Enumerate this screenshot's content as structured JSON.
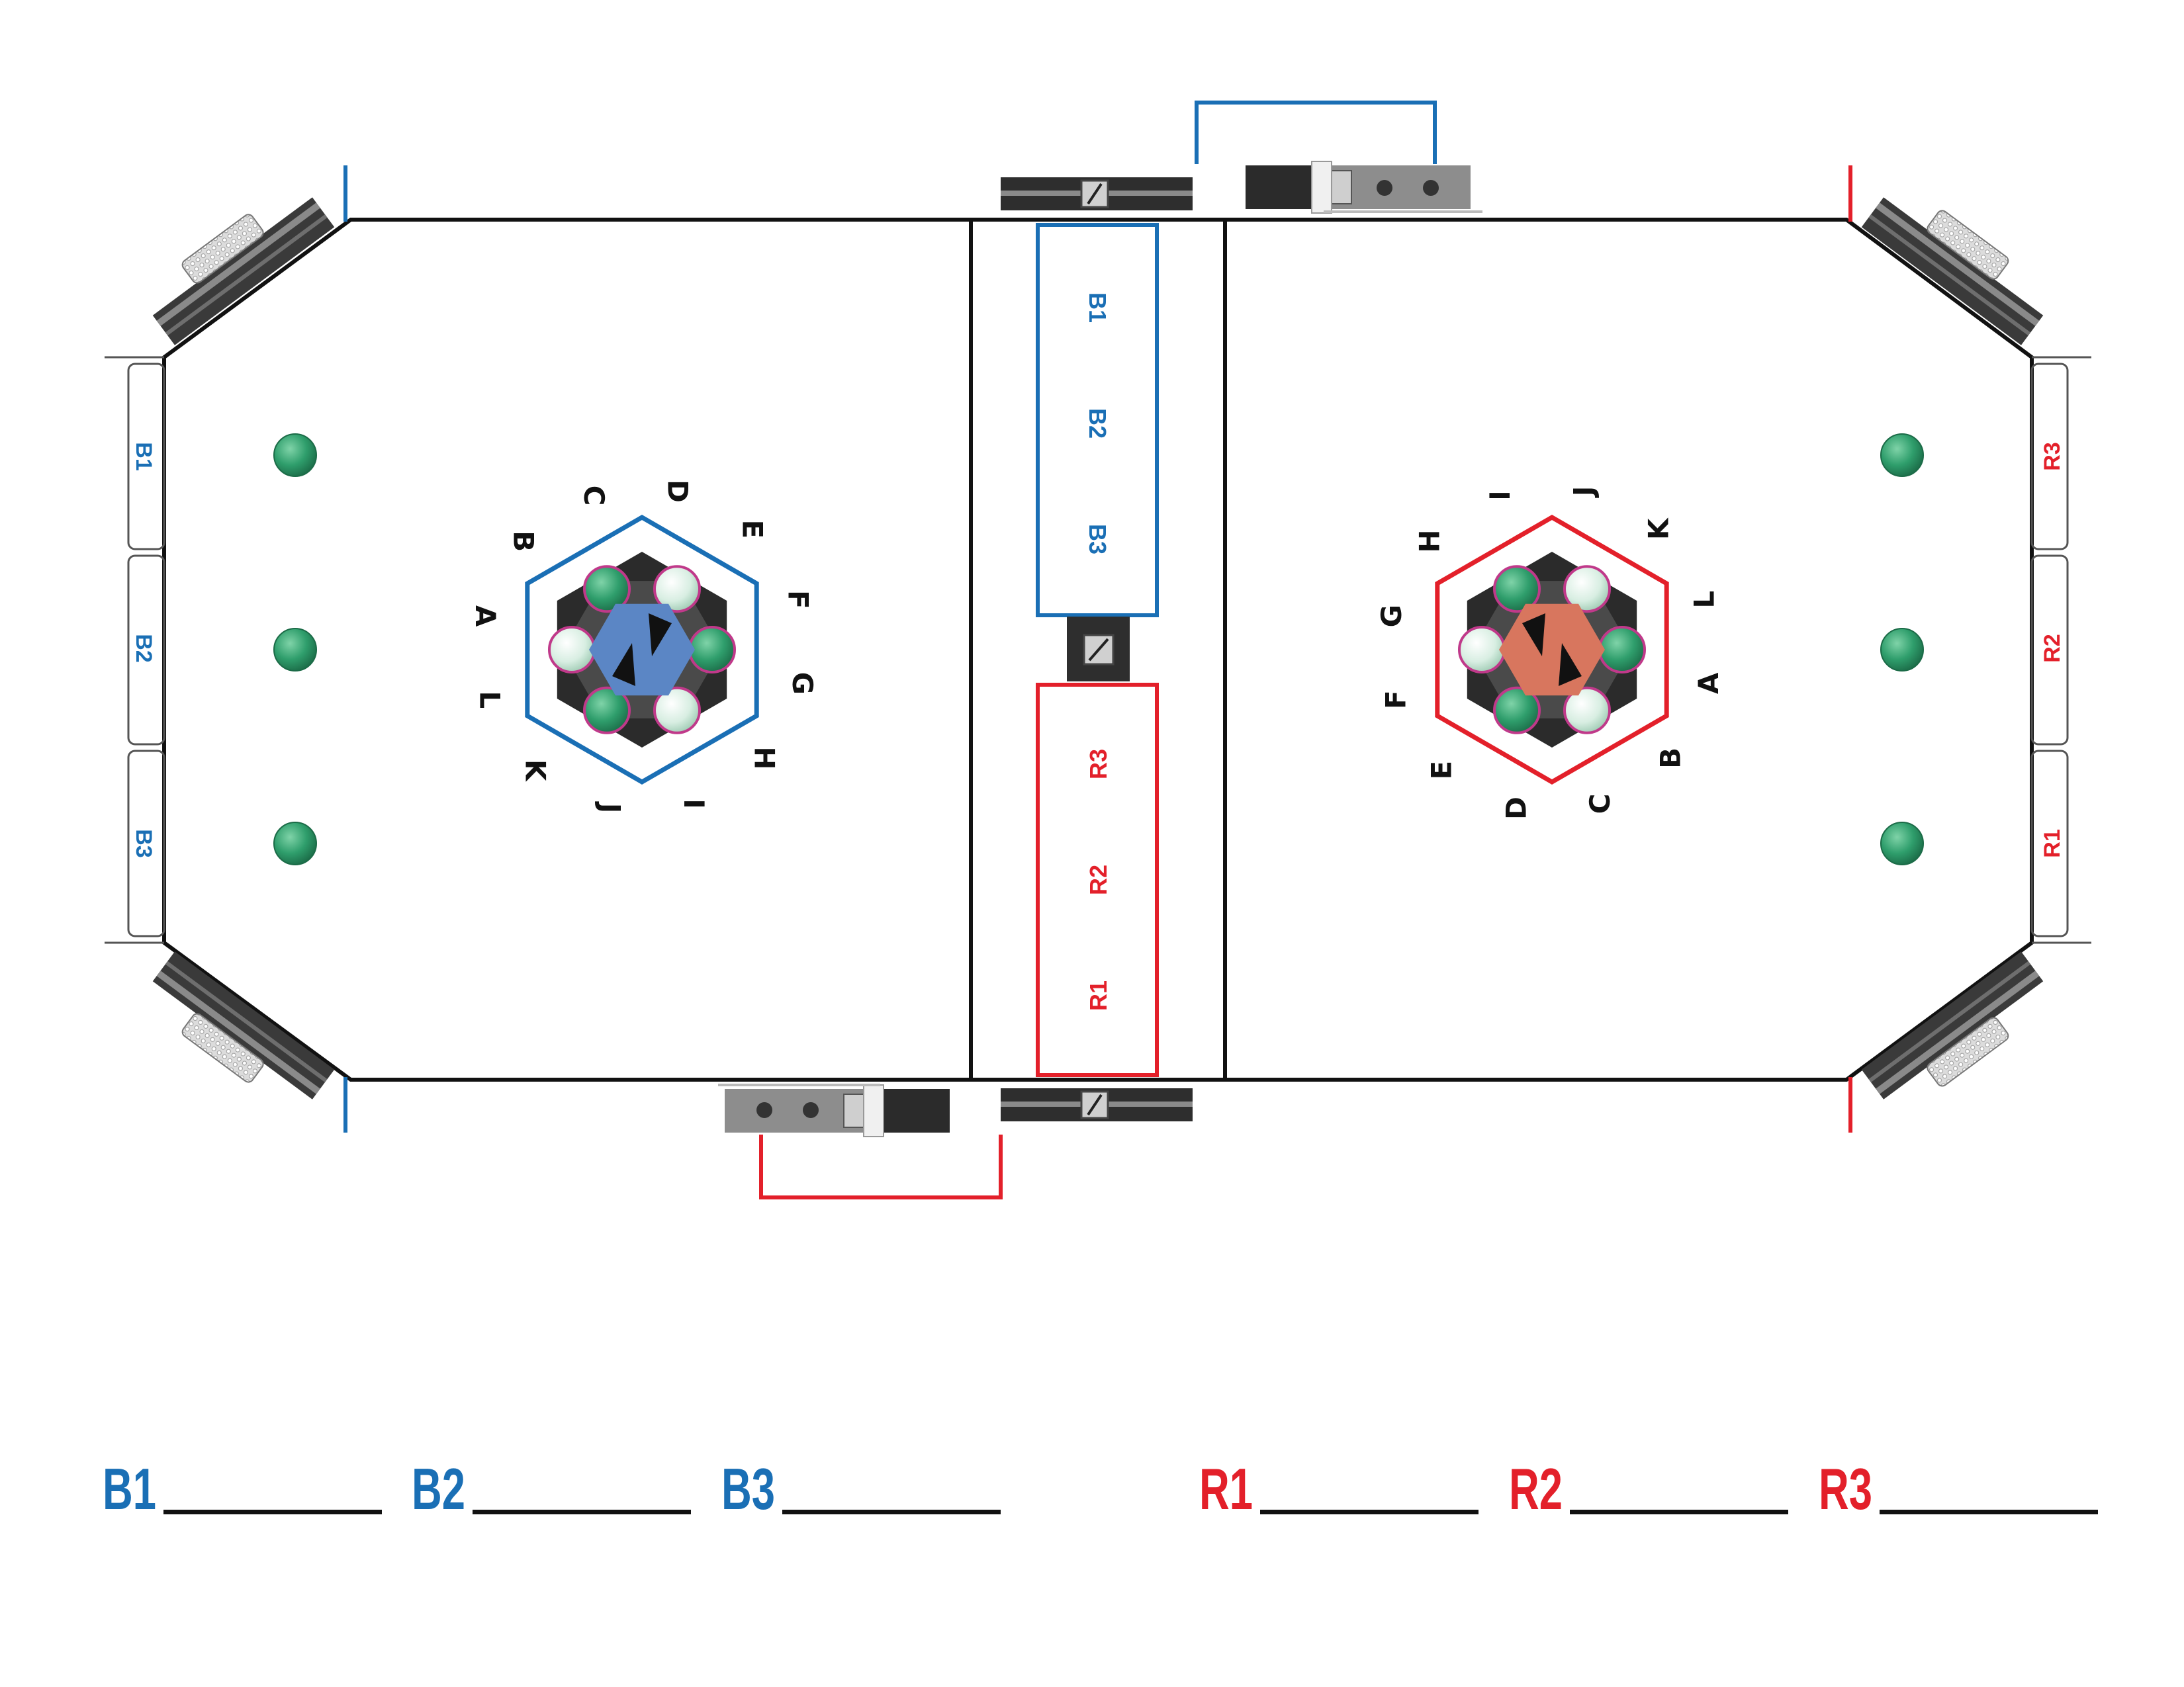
{
  "colors": {
    "blue": "#1a6fb5",
    "red": "#e3202a",
    "ball_green": "#2f9e6c",
    "ball_light": "#d8eee2",
    "goal_dark": "#2b2b2b",
    "blue_center": "#5b86c5",
    "red_center": "#d8765e",
    "magenta_ring": "#c0398a"
  },
  "side_labels": {
    "left": [
      "B1",
      "B2",
      "B3"
    ],
    "right": [
      "R3",
      "R2",
      "R1"
    ]
  },
  "center_zones": {
    "blue": [
      "B1",
      "B2",
      "B3"
    ],
    "red": [
      "R3",
      "R2",
      "R1"
    ]
  },
  "goal_letters": {
    "blue": [
      "A",
      "B",
      "C",
      "D",
      "E",
      "F",
      "G",
      "H",
      "I",
      "J",
      "K",
      "L"
    ],
    "red": [
      "A",
      "B",
      "C",
      "D",
      "E",
      "F",
      "G",
      "H",
      "I",
      "J",
      "K",
      "L"
    ]
  },
  "signature": {
    "blue": [
      "B1",
      "B2",
      "B3"
    ],
    "red": [
      "R1",
      "R2",
      "R3"
    ]
  }
}
